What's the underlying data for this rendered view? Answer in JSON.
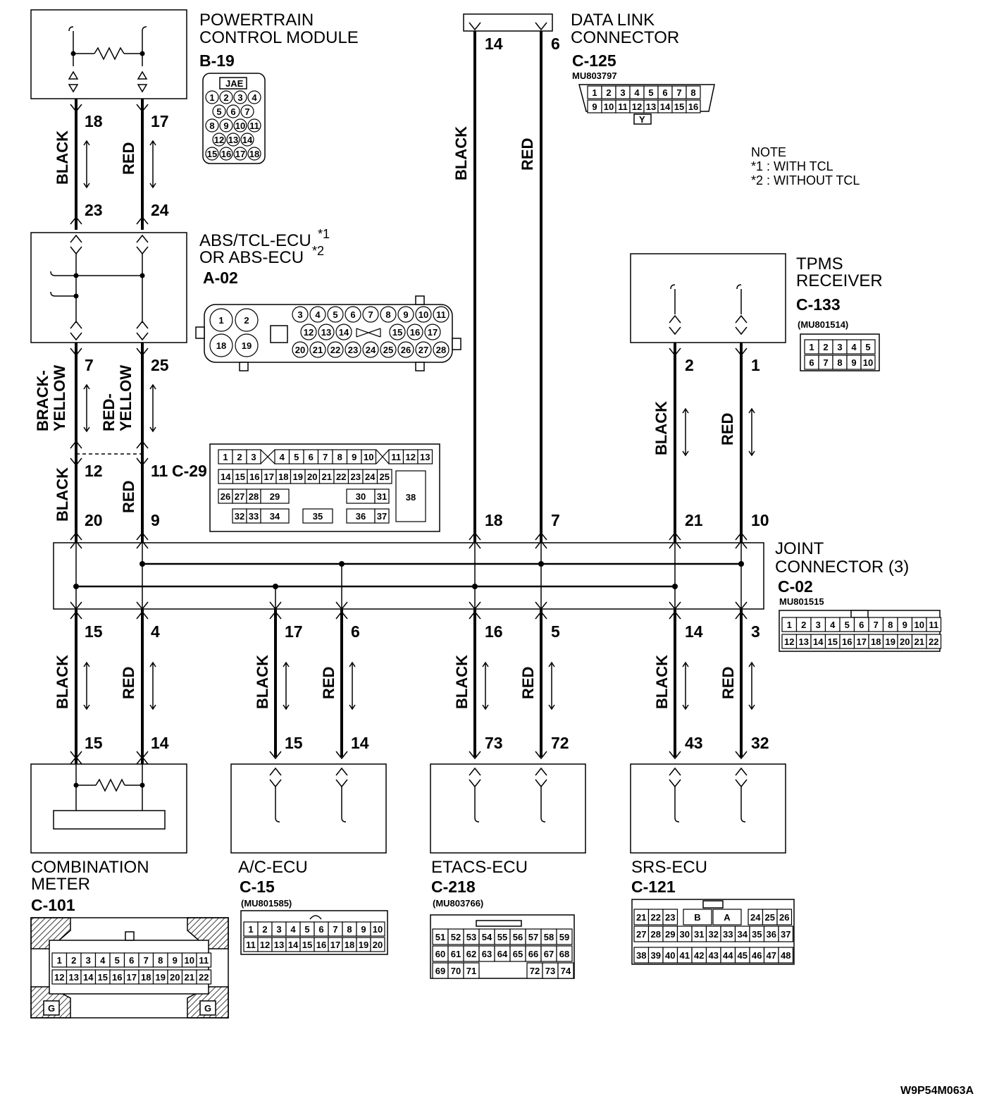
{
  "components": {
    "pcm": {
      "name_line1": "POWERTRAIN",
      "name_line2": "CONTROL MODULE",
      "code": "B-19",
      "maker": "JAE",
      "pins": [
        "1",
        "2",
        "3",
        "4",
        "5",
        "6",
        "7",
        "8",
        "9",
        "10",
        "11",
        "12",
        "13",
        "14",
        "15",
        "16",
        "17",
        "18"
      ]
    },
    "dlc": {
      "name_line1": "DATA LINK",
      "name_line2": "CONNECTOR",
      "code": "C-125",
      "part": "MU803797",
      "row1": [
        "1",
        "2",
        "3",
        "4",
        "5",
        "6",
        "7",
        "8"
      ],
      "row2": [
        "9",
        "10",
        "11",
        "12",
        "13",
        "14",
        "15",
        "16"
      ],
      "key": "Y"
    },
    "abs": {
      "name_line1": "ABS/TCL-ECU",
      "name_line2": "OR ABS-ECU",
      "star1": "*1",
      "star2": "*2",
      "code": "A-02",
      "big": [
        "1",
        "2",
        "18",
        "19"
      ],
      "row1": [
        "3",
        "4",
        "5",
        "6",
        "7",
        "8",
        "9",
        "10",
        "11"
      ],
      "row2": [
        "12",
        "13",
        "14",
        "15",
        "16",
        "17"
      ],
      "row3": [
        "20",
        "21",
        "22",
        "23",
        "24",
        "25",
        "26",
        "27",
        "28"
      ]
    },
    "tpms": {
      "name_line1": "TPMS",
      "name_line2": "RECEIVER",
      "code": "C-133",
      "part": "(MU801514)",
      "row1": [
        "1",
        "2",
        "3",
        "4",
        "5"
      ],
      "row2": [
        "6",
        "7",
        "8",
        "9",
        "10"
      ]
    },
    "joint": {
      "name_line1": "JOINT",
      "name_line2": "CONNECTOR (3)",
      "code": "C-02",
      "part": "MU801515",
      "row1": [
        "1",
        "2",
        "3",
        "4",
        "5",
        "6",
        "7",
        "8",
        "9",
        "10",
        "11"
      ],
      "row2": [
        "12",
        "13",
        "14",
        "15",
        "16",
        "17",
        "18",
        "19",
        "20",
        "21",
        "22"
      ]
    },
    "c29": {
      "code": "C-29",
      "row1": [
        "1",
        "2",
        "3",
        "4",
        "5",
        "6",
        "7",
        "8",
        "9",
        "10",
        "11",
        "12",
        "13"
      ],
      "row2": [
        "14",
        "15",
        "16",
        "17",
        "18",
        "19",
        "20",
        "21",
        "22",
        "23",
        "24",
        "25"
      ],
      "row3": [
        "26",
        "27",
        "28",
        "29",
        "30",
        "31"
      ],
      "row4": [
        "32",
        "33",
        "34",
        "35",
        "36",
        "37"
      ],
      "big": "38"
    },
    "meter": {
      "name_line1": "COMBINATION",
      "name_line2": "METER",
      "code": "C-101",
      "row1": [
        "1",
        "2",
        "3",
        "4",
        "5",
        "6",
        "7",
        "8",
        "9",
        "10",
        "11"
      ],
      "row2": [
        "12",
        "13",
        "14",
        "15",
        "16",
        "17",
        "18",
        "19",
        "20",
        "21",
        "22"
      ],
      "ground": "G"
    },
    "ac": {
      "name": "A/C-ECU",
      "code": "C-15",
      "part": "(MU801585)",
      "row1": [
        "1",
        "2",
        "3",
        "4",
        "5",
        "6",
        "7",
        "8",
        "9",
        "10"
      ],
      "row2": [
        "11",
        "12",
        "13",
        "14",
        "15",
        "16",
        "17",
        "18",
        "19",
        "20"
      ]
    },
    "etacs": {
      "name": "ETACS-ECU",
      "code": "C-218",
      "part": "(MU803766)",
      "row1": [
        "51",
        "52",
        "53",
        "54",
        "55",
        "56",
        "57",
        "58",
        "59"
      ],
      "row2": [
        "60",
        "61",
        "62",
        "63",
        "64",
        "65",
        "66",
        "67",
        "68"
      ],
      "row3": [
        "69",
        "70",
        "71",
        "72",
        "73",
        "74"
      ]
    },
    "srs": {
      "name": "SRS-ECU",
      "code": "C-121",
      "row1": [
        "21",
        "22",
        "23",
        "B",
        "A",
        "24",
        "25",
        "26"
      ],
      "row2": [
        "27",
        "28",
        "29",
        "30",
        "31",
        "32",
        "33",
        "34",
        "35",
        "36",
        "37"
      ],
      "row3": [
        "38",
        "39",
        "40",
        "41",
        "42",
        "43",
        "44",
        "45",
        "46",
        "47",
        "48"
      ]
    }
  },
  "note": {
    "title": "NOTE",
    "n1": "*1 : WITH TCL",
    "n2": "*2 : WITHOUT TCL"
  },
  "wires": {
    "pcm_black": {
      "color": "BLACK",
      "top": "18",
      "bottom": "23"
    },
    "pcm_red": {
      "color": "RED",
      "top": "17",
      "bottom": "24"
    },
    "abs_left": {
      "color": "BRACK-",
      "color2": "YELLOW",
      "top": "7",
      "bottom": "12"
    },
    "abs_right": {
      "color": "RED-",
      "color2": "YELLOW",
      "top": "25",
      "bottom": "11"
    },
    "c29_left": {
      "color": "BLACK",
      "bottom": "20"
    },
    "c29_right": {
      "color": "RED",
      "bottom": "9"
    },
    "dlc_black": {
      "color": "BLACK",
      "top": "14",
      "bottom": "18"
    },
    "dlc_red": {
      "color": "RED",
      "top": "6",
      "bottom": "7"
    },
    "tpms_black": {
      "color": "BLACK",
      "top": "2",
      "bottom": "21"
    },
    "tpms_red": {
      "color": "RED",
      "top": "1",
      "bottom": "10"
    },
    "meter_black": {
      "color": "BLACK",
      "top": "15",
      "bottom": "15"
    },
    "meter_red": {
      "color": "RED",
      "top": "4",
      "bottom": "14"
    },
    "ac_black": {
      "color": "BLACK",
      "top": "17",
      "bottom": "15"
    },
    "ac_red": {
      "color": "RED",
      "top": "6",
      "bottom": "14"
    },
    "etacs_black": {
      "color": "BLACK",
      "top": "16",
      "bottom": "73"
    },
    "etacs_red": {
      "color": "RED",
      "top": "5",
      "bottom": "72"
    },
    "srs_black": {
      "color": "BLACK",
      "top": "14",
      "bottom": "43"
    },
    "srs_red": {
      "color": "RED",
      "top": "3",
      "bottom": "32"
    }
  },
  "footer": {
    "code": "W9P54M063A"
  }
}
